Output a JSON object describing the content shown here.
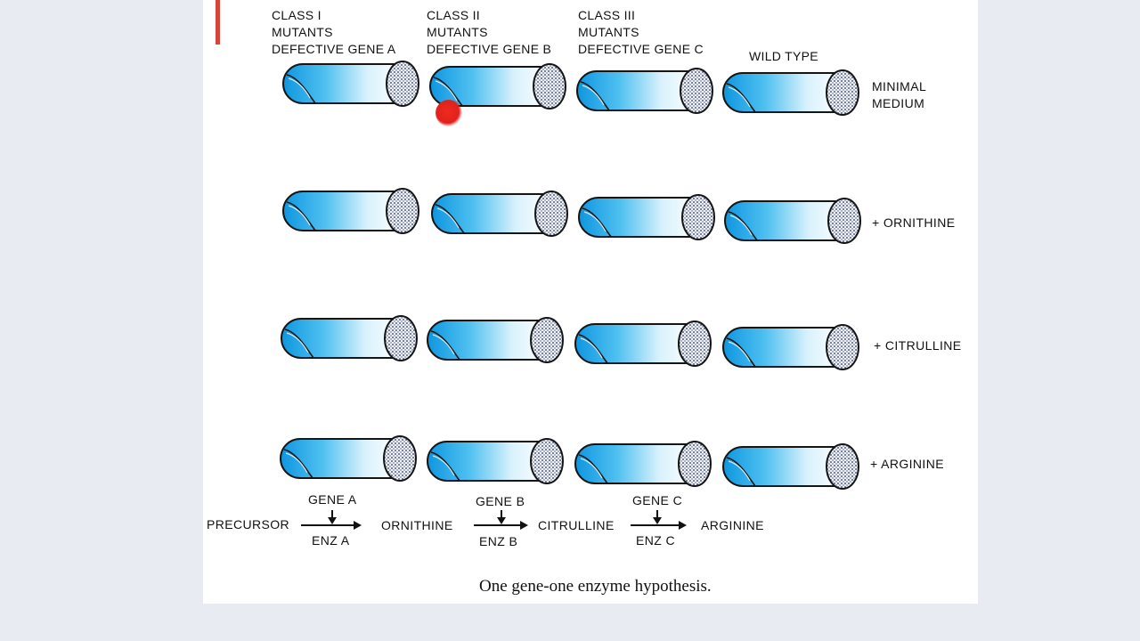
{
  "columns": [
    {
      "line1": "CLASS I",
      "line2": "MUTANTS",
      "line3": "DEFECTIVE GENE A"
    },
    {
      "line1": "CLASS II",
      "line2": "MUTANTS",
      "line3": "DEFECTIVE GENE B"
    },
    {
      "line1": "CLASS III",
      "line2": "MUTANTS",
      "line3": "DEFECTIVE GENE C"
    },
    {
      "line1": "WILD TYPE",
      "line2": "",
      "line3": ""
    }
  ],
  "rows": [
    {
      "line1": "MINIMAL",
      "line2": "MEDIUM"
    },
    {
      "line1": "+ ORNITHINE"
    },
    {
      "line1": "+ CITRULLINE"
    },
    {
      "line1": "+ ARGININE"
    }
  ],
  "pathway": {
    "precursor": "PRECURSOR",
    "ornithine": "ORNITHINE",
    "citrulline": "CITRULLINE",
    "arginine": "ARGININE",
    "gene_a": "GENE A",
    "enz_a": "ENZ A",
    "gene_b": "GENE B",
    "enz_b": "ENZ B",
    "gene_c": "GENE C",
    "enz_c": "ENZ C"
  },
  "caption": "One gene-one enzyme hypothesis.",
  "colors": {
    "tube_blue": "#1aa3e8",
    "pointer": "#e0221a",
    "accent_bar": "#d9443a"
  }
}
